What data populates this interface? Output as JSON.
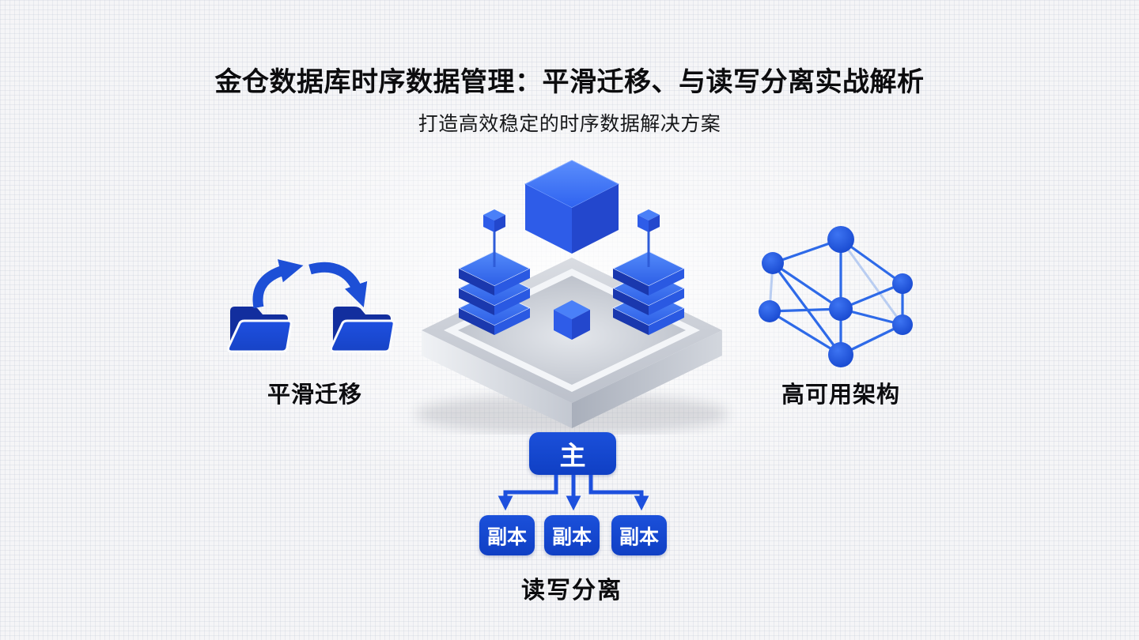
{
  "slide": {
    "title": "金仓数据库时序数据管理：平滑迁移、与读写分离实战解析",
    "subtitle": "打造高效稳定的时序数据解决方案"
  },
  "features": [
    {
      "label": "平滑迁移",
      "icon": "folder-transfer-icon"
    },
    {
      "label": "高可用架构",
      "icon": "network-mesh-icon"
    }
  ],
  "center_graphic": {
    "icon": "isometric-database-platform-icon"
  },
  "replication": {
    "master": "主",
    "replicas": [
      "副本",
      "副本",
      "副本"
    ],
    "caption": "读写分离"
  },
  "colors": {
    "background": "#f5f5f7",
    "primary_blue": "#1d4fd6",
    "deep_blue": "#122e9e",
    "box_blue": "#1545cd",
    "cube_top": "#5b8efc",
    "cube_left": "#2e5ce8",
    "cube_right": "#2347cd",
    "platform_gray": "#c6cbd4",
    "edge_light": "#b9cdf1",
    "text": "#0c0c0e"
  }
}
